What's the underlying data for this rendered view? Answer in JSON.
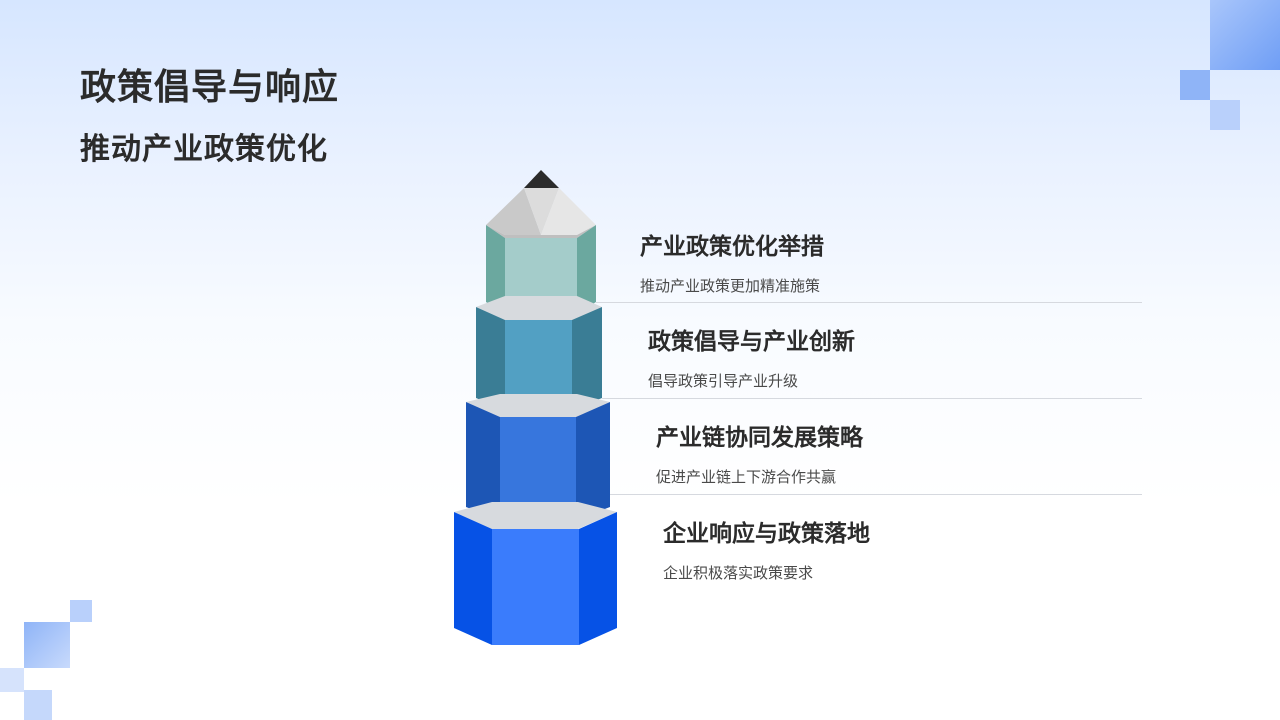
{
  "header": {
    "title": "政策倡导与响应",
    "subtitle": "推动产业政策优化"
  },
  "levels": [
    {
      "title": "产业政策优化举措",
      "desc": "推动产业政策更加精准施策"
    },
    {
      "title": "政策倡导与产业创新",
      "desc": "倡导政策引导产业升级"
    },
    {
      "title": "产业链协同发展策略",
      "desc": "促进产业链上下游合作共赢"
    },
    {
      "title": "企业响应与政策落地",
      "desc": "企业积极落实政策要求"
    }
  ],
  "colors": {
    "level1": "#a4ccca",
    "level2": "#52a0c3",
    "level3": "#3776dd",
    "level4": "#3a7cfc",
    "accent_square": "#8fb4f7"
  }
}
